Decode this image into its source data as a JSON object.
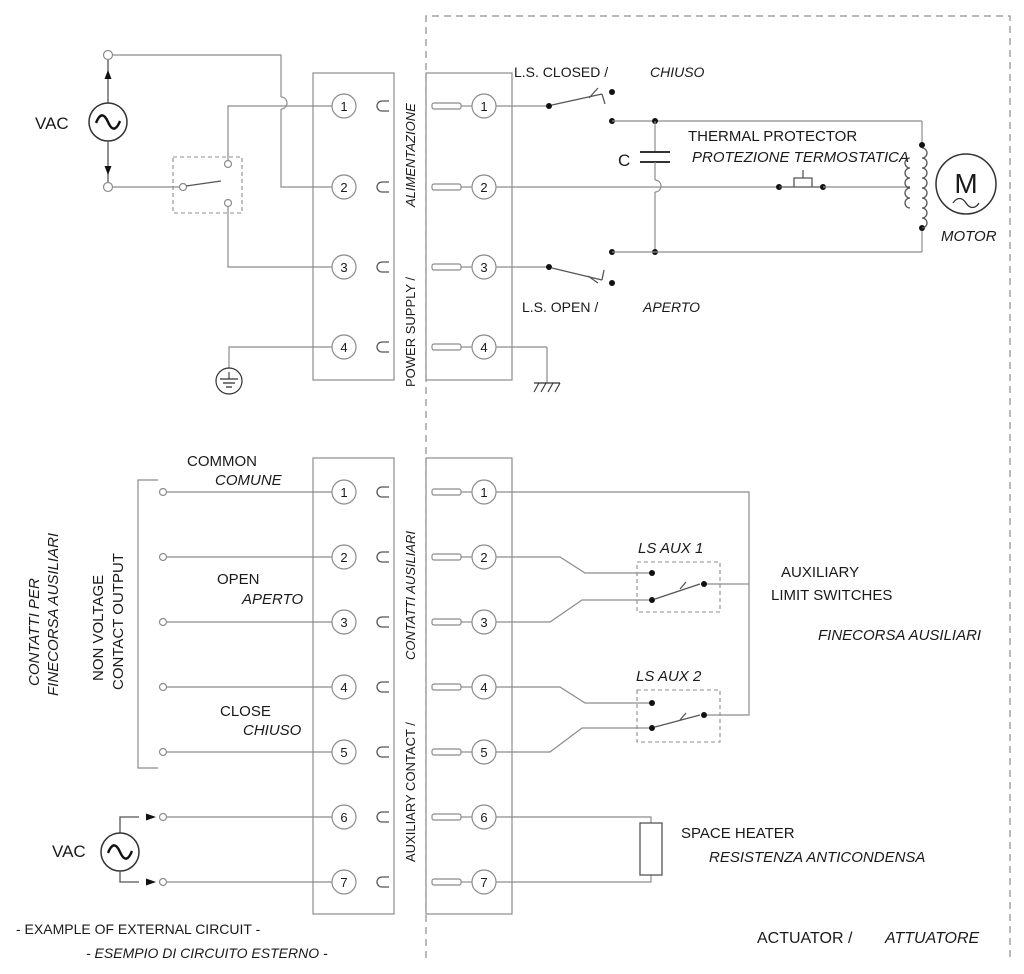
{
  "labels": {
    "vac_top": "VAC",
    "vac_bottom": "VAC",
    "ls_closed": "L.S. CLOSED /",
    "chiuso_top": "CHIUSO",
    "capacitor": "C",
    "thermal_en": "THERMAL PROTECTOR",
    "thermal_it": "PROTEZIONE TERMOSTATICA",
    "motor_symbol": "M",
    "motor": "MOTOR",
    "ls_open": "L.S. OPEN /",
    "aperto_top": "APERTO",
    "alimentazione": "ALIMENTAZIONE",
    "power_supply": "POWER SUPPLY /",
    "common_en": "COMMON",
    "common_it": "COMUNE",
    "open_en": "OPEN",
    "open_it": "APERTO",
    "close_en": "CLOSE",
    "close_it": "CHIUSO",
    "contatti_per": "CONTATTI PER",
    "finecorsa_ausiliari_side": "FINECORSA AUSILIARI",
    "non_voltage": "NON VOLTAGE",
    "contact_output": "CONTACT OUTPUT",
    "contatti_ausiliari": "CONTATTI AUSILIARI",
    "auxiliary_contact": "AUXILIARY CONTACT /",
    "ls_aux1": "LS AUX 1",
    "ls_aux2": "LS AUX 2",
    "aux_switches_1": "AUXILIARY",
    "aux_switches_2": "LIMIT SWITCHES",
    "finecorsa_ausiliari": "FINECORSA AUSILIARI",
    "space_heater": "SPACE HEATER",
    "resistenza": "RESISTENZA ANTICONDENSA",
    "example_en": "- EXAMPLE OF EXTERNAL CIRCUIT -",
    "example_it": "- ESEMPIO DI CIRCUITO ESTERNO -",
    "actuator_en": "ACTUATOR /",
    "actuator_it": "ATTUATORE"
  },
  "terminals_power": [
    "1",
    "2",
    "3",
    "4"
  ],
  "terminals_aux": [
    "1",
    "2",
    "3",
    "4",
    "5",
    "6",
    "7"
  ],
  "source_symbol": "~",
  "colors": {
    "wire": "#8c8c8c",
    "text": "#1a1a1a",
    "junction": "#111111"
  }
}
